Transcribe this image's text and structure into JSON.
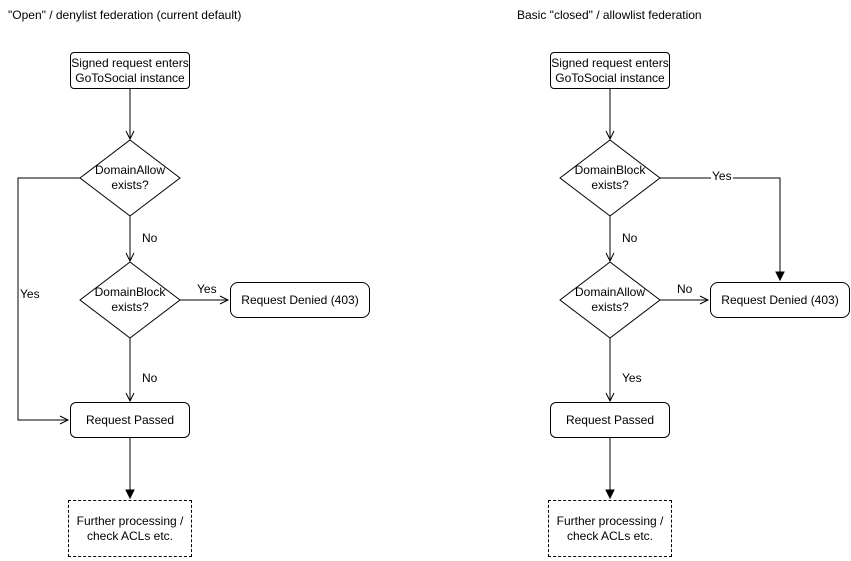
{
  "colors": {
    "stroke": "#000000",
    "fill": "#ffffff"
  },
  "diagrams": {
    "left": {
      "title": "\"Open\" / denylist federation (current default)",
      "nodes": {
        "start": "Signed request enters\nGoToSocial instance",
        "decision1": "DomainAllow\nexists?",
        "decision2": "DomainBlock\nexists?",
        "denied": "Request Denied (403)",
        "passed": "Request Passed",
        "further": "Further processing /\ncheck ACLs etc."
      },
      "edge_labels": {
        "decision1_no": "No",
        "decision1_yes": "Yes",
        "decision2_yes": "Yes",
        "decision2_no": "No"
      }
    },
    "right": {
      "title": "Basic \"closed\" / allowlist federation",
      "nodes": {
        "start": "Signed request enters\nGoToSocial instance",
        "decision1": "DomainBlock\nexists?",
        "decision2": "DomainAllow\nexists?",
        "denied": "Request Denied (403)",
        "passed": "Request Passed",
        "further": "Further processing /\ncheck ACLs etc."
      },
      "edge_labels": {
        "decision1_yes": "Yes",
        "decision1_no": "No",
        "decision2_no": "No",
        "decision2_yes": "Yes"
      }
    }
  }
}
